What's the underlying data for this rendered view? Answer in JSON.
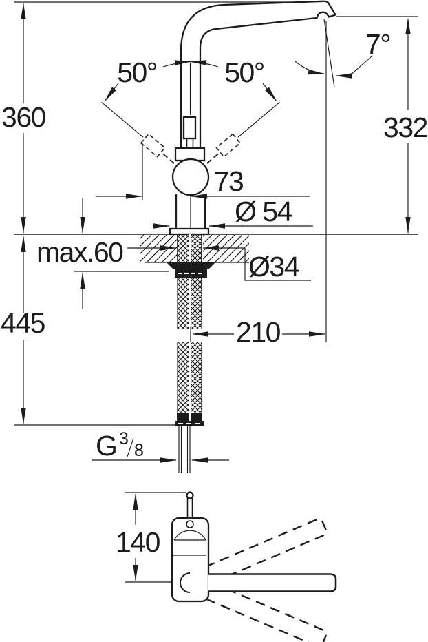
{
  "meta": {
    "drawing_type": "faucet technical dimension drawing",
    "units": "mm",
    "line_color": "#1c1c1c",
    "background_color": "#ffffff"
  },
  "main_view": {
    "total_height": "360",
    "outlet_height": "332",
    "aerator_angle": "7°",
    "lever_swing_left": "50°",
    "lever_swing_right": "50°",
    "lever_projection": "73",
    "base_diameter": "Ø 54",
    "max_counter_thickness": "max.60",
    "shank_diameter": "Ø34",
    "below_counter_height": "445",
    "spout_reach": "210",
    "thread_prefix": "G",
    "thread_numerator": "3",
    "thread_denominator": "8"
  },
  "front_view": {
    "spout_offset": "140"
  }
}
